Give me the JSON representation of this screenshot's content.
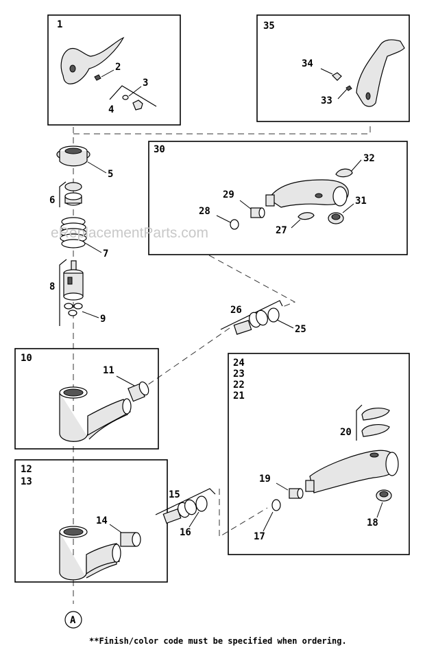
{
  "callouts": {
    "c1": "1",
    "c2": "2",
    "c3": "3",
    "c4": "4",
    "c5": "5",
    "c6": "6",
    "c7": "7",
    "c8": "8",
    "c9": "9",
    "c10": "10",
    "c11": "11",
    "c12": "12",
    "c13": "13",
    "c14": "14",
    "c15": "15",
    "c16": "16",
    "c17": "17",
    "c18": "18",
    "c19": "19",
    "c20": "20",
    "c21": "21",
    "c22": "22",
    "c23": "23",
    "c24": "24",
    "c25": "25",
    "c26": "26",
    "c27": "27",
    "c28": "28",
    "c29": "29",
    "c30": "30",
    "c31": "31",
    "c32": "32",
    "c33": "33",
    "c34": "34",
    "c35": "35"
  },
  "marker": "A",
  "watermark": "eReplacementParts.com",
  "footnote": "**Finish/color code must be specified when ordering."
}
